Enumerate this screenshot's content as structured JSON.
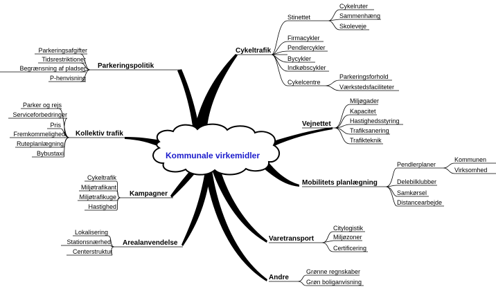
{
  "center": {
    "label": "Kommunale virkemidler"
  },
  "branches": [
    {
      "label": "Cykeltrafik",
      "groups": [
        {
          "label": "Stinettet",
          "items": [
            "Cykelruter",
            "Sammenhæng",
            "Skoleveje"
          ]
        },
        {
          "label": "Firmacykler",
          "items": []
        },
        {
          "label": "Pendlercykler",
          "items": []
        },
        {
          "label": "Bycykler",
          "items": []
        },
        {
          "label": "Indkøbscykler",
          "items": []
        },
        {
          "label": "Cykelcentre",
          "items": [
            "Parkeringsforhold",
            "Værkstedsfaciliteter"
          ]
        }
      ]
    },
    {
      "label": "Vejnettet",
      "items": [
        "Miljøgader",
        "Kapacitet",
        "Hastighedsstyring",
        "Trafiksanering",
        "Trafikteknik"
      ]
    },
    {
      "label": "Mobilitets planlægning",
      "groups": [
        {
          "label": "Pendlerplaner",
          "items": [
            "Kommunen",
            "Virksomhed"
          ]
        },
        {
          "label": "Delebilklubber",
          "items": []
        },
        {
          "label": "Samkørsel",
          "items": []
        },
        {
          "label": "Distancearbejde",
          "items": []
        }
      ]
    },
    {
      "label": "Varetransport",
      "items": [
        "Citylogistik",
        "Miljøzoner",
        "Certificering"
      ]
    },
    {
      "label": "Andre",
      "items": [
        "Grønne regnskaber",
        "Grøn boliganvisning"
      ]
    },
    {
      "label": "Parkeringspolitik",
      "items": [
        "Parkeringsafgifter",
        "Tidsrestriktioner",
        "Begrænsning af pladser",
        "P-henvisning"
      ]
    },
    {
      "label": "Kollektiv trafik",
      "items": [
        "Parker og rejs",
        "Serviceforbedringer",
        "Pris",
        "Fremkommelighed",
        "Ruteplanlægning",
        "Bybustaxi"
      ]
    },
    {
      "label": "Kampagner",
      "items": [
        "Cykeltrafik",
        "Miljøtrafikant",
        "Miljøtrafikuge",
        "Hastighed"
      ]
    },
    {
      "label": "Arealanvendelse",
      "items": [
        "Lokalisering",
        "Stationsnærhed",
        "Centerstruktur"
      ]
    }
  ]
}
